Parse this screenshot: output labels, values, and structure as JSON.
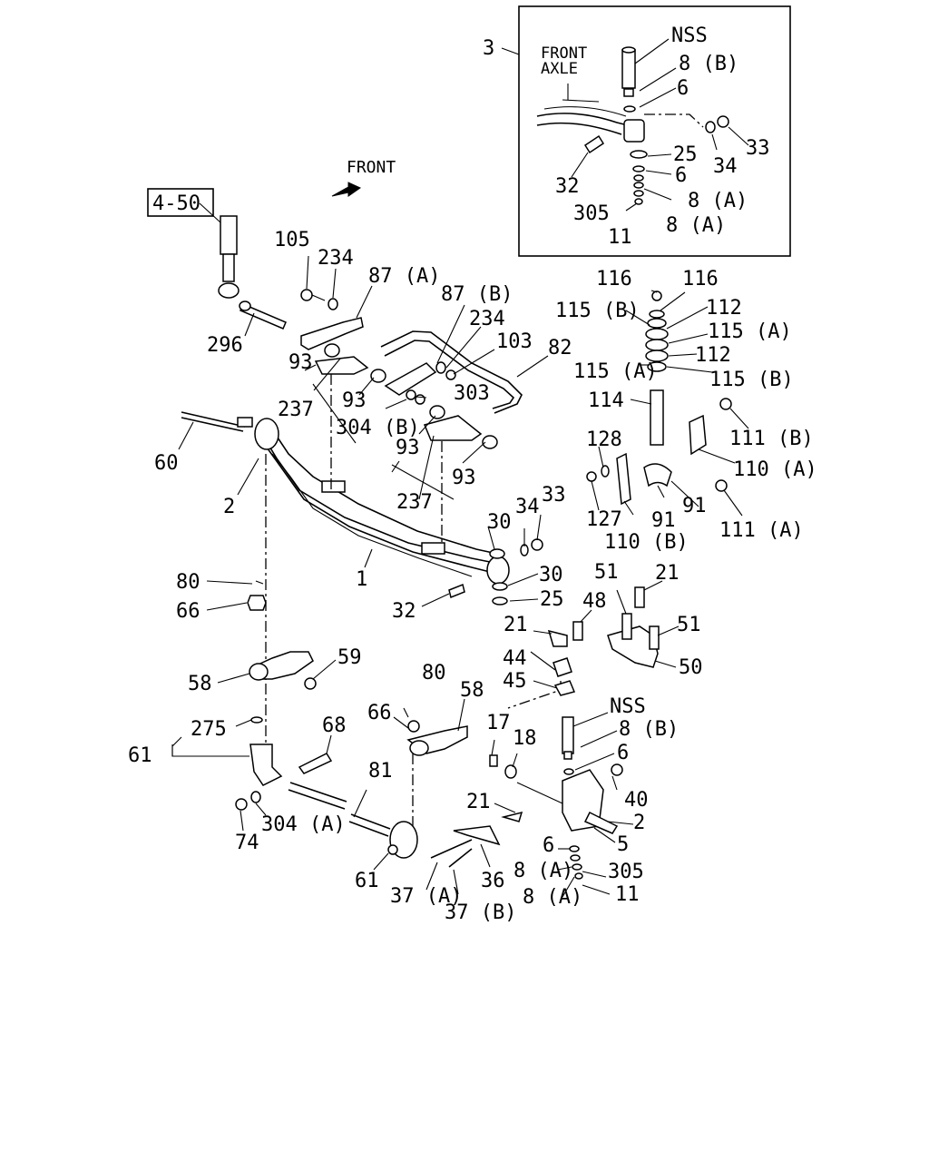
{
  "labels": {
    "front": "FRONT",
    "front_axle": "FRONT\nAXLE",
    "ref": "4-50",
    "nss": "NSS",
    "callouts": [
      "1",
      "2",
      "3",
      "5",
      "6",
      "8 (A)",
      "8 (B)",
      "11",
      "17",
      "18",
      "21",
      "25",
      "30",
      "32",
      "33",
      "34",
      "36",
      "37 (A)",
      "37 (B)",
      "40",
      "44",
      "45",
      "48",
      "50",
      "51",
      "58",
      "59",
      "60",
      "61",
      "66",
      "68",
      "74",
      "80",
      "81",
      "82",
      "87 (A)",
      "87 (B)",
      "91",
      "93",
      "103",
      "105",
      "110 (A)",
      "110 (B)",
      "111 (A)",
      "111 (B)",
      "112",
      "114",
      "115 (A)",
      "115 (B)",
      "116",
      "127",
      "128",
      "234",
      "237",
      "275",
      "296",
      "303",
      "304 (A)",
      "304 (B)",
      "305"
    ]
  },
  "colors": {
    "ink": "#000000",
    "background": "#ffffff"
  }
}
